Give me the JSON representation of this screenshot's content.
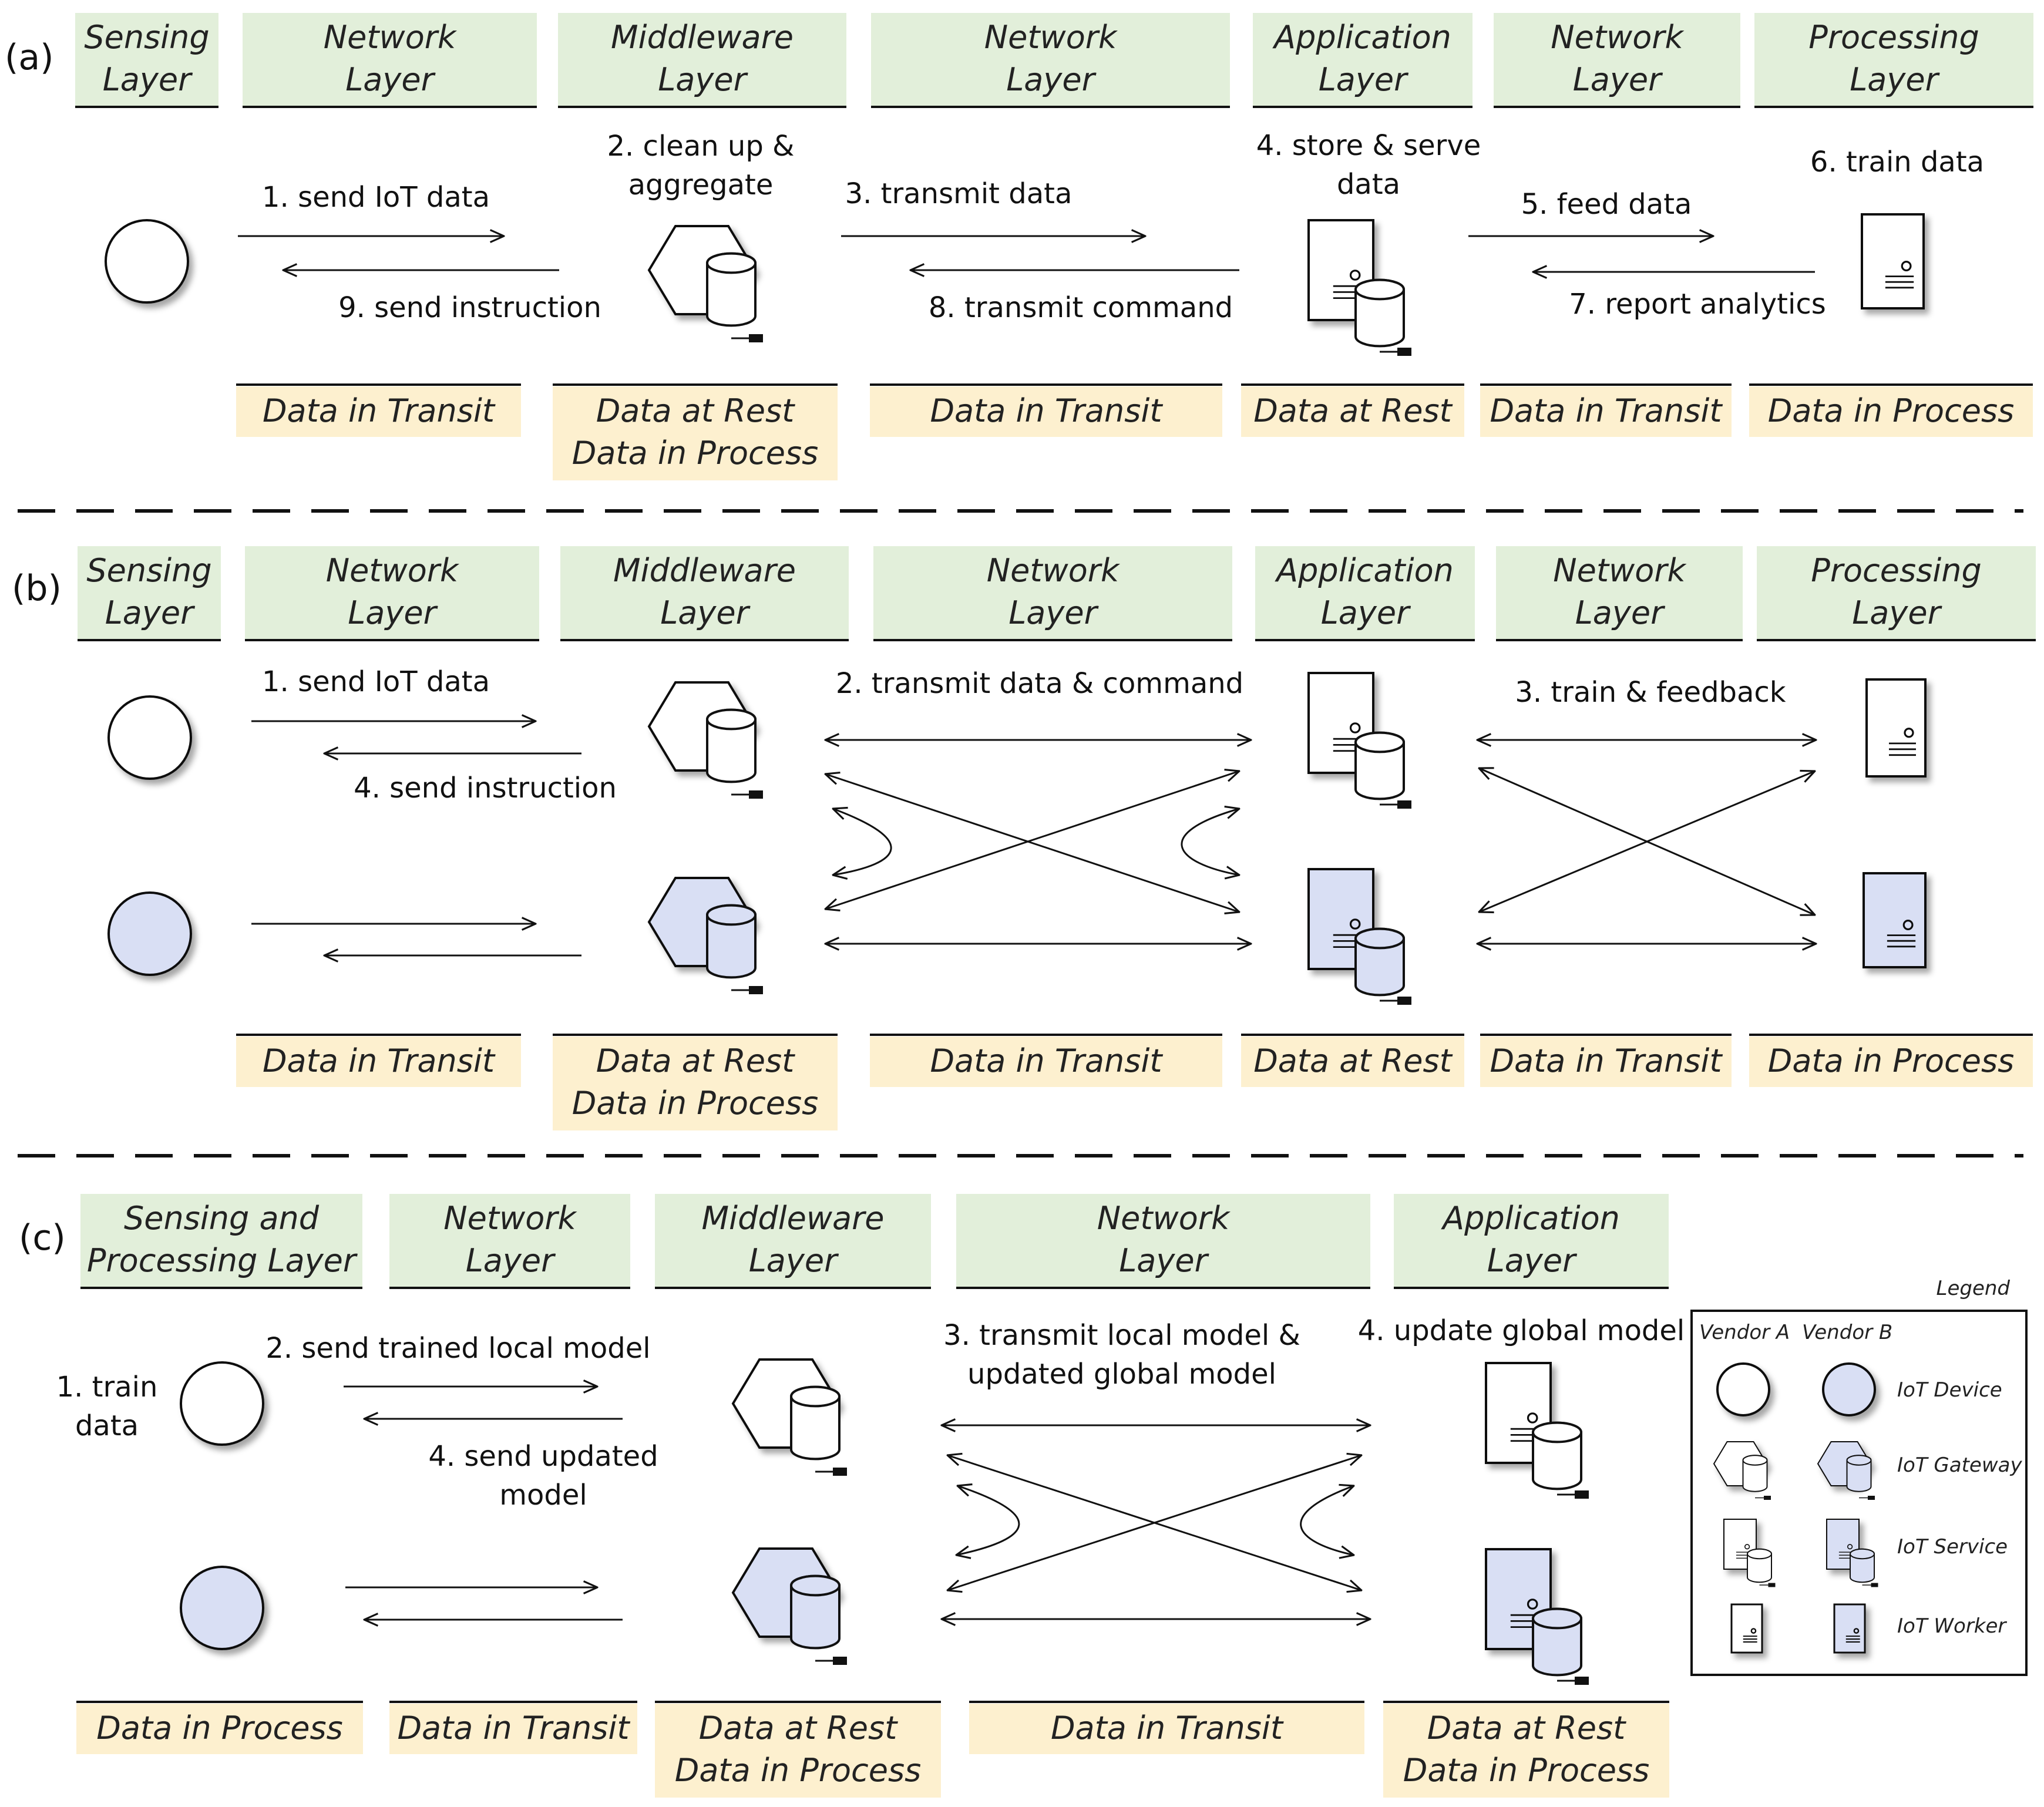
{
  "colors": {
    "layer_fill": "#e2efda",
    "state_fill": "#fdf0cf",
    "vendor_a_fill": "#ffffff",
    "vendor_b_fill": "#d9dff4",
    "stroke": "#111111"
  },
  "panels": [
    {
      "label": "(a)",
      "layers": [
        [
          "Sensing",
          "Layer"
        ],
        [
          "Network",
          "Layer"
        ],
        [
          "Middleware",
          "Layer"
        ],
        [
          "Network",
          "Layer"
        ],
        [
          "Application",
          "Layer"
        ],
        [
          "Network",
          "Layer"
        ],
        [
          "Processing",
          "Layer"
        ]
      ],
      "states": [
        [
          "Data in Transit"
        ],
        [
          "Data at Rest",
          "Data in Process"
        ],
        [
          "Data in Transit"
        ],
        [
          "Data at Rest"
        ],
        [
          "Data in Transit"
        ],
        [
          "Data in Process"
        ]
      ],
      "steps": {
        "s1": "1. send IoT data",
        "s2": [
          "2. clean up &",
          "aggregate"
        ],
        "s3": "3. transmit data",
        "s4": [
          "4. store & serve",
          "data"
        ],
        "s5": "5. feed data",
        "s6": "6. train data",
        "s7": "7. report analytics",
        "s8": "8. transmit command",
        "s9": "9. send instruction"
      }
    },
    {
      "label": "(b)",
      "layers": [
        [
          "Sensing",
          "Layer"
        ],
        [
          "Network",
          "Layer"
        ],
        [
          "Middleware",
          "Layer"
        ],
        [
          "Network",
          "Layer"
        ],
        [
          "Application",
          "Layer"
        ],
        [
          "Network",
          "Layer"
        ],
        [
          "Processing",
          "Layer"
        ]
      ],
      "states": [
        [
          "Data in Transit"
        ],
        [
          "Data at Rest",
          "Data in Process"
        ],
        [
          "Data in Transit"
        ],
        [
          "Data at Rest"
        ],
        [
          "Data in Transit"
        ],
        [
          "Data in Process"
        ]
      ],
      "steps": {
        "s1": "1. send IoT data",
        "s2": "2. transmit data & command",
        "s3": "3. train & feedback",
        "s4": "4. send instruction"
      }
    },
    {
      "label": "(c)",
      "layers": [
        [
          "Sensing and",
          "Processing Layer"
        ],
        [
          "Network",
          "Layer"
        ],
        [
          "Middleware",
          "Layer"
        ],
        [
          "Network",
          "Layer"
        ],
        [
          "Application",
          "Layer"
        ]
      ],
      "states": [
        [
          "Data in Process"
        ],
        [
          "Data in Transit"
        ],
        [
          "Data at Rest",
          "Data in Process"
        ],
        [
          "Data in Transit"
        ],
        [
          "Data at Rest",
          "Data in Process"
        ]
      ],
      "steps": {
        "s1": [
          "1. train",
          "data"
        ],
        "s2": "2. send trained local model",
        "s3": [
          "3. transmit local model &",
          "updated global model"
        ],
        "s4a": "4. update global model",
        "s4b": [
          "4. send updated",
          "model"
        ]
      }
    }
  ],
  "legend": {
    "title": "Legend",
    "vendor_a": "Vendor A",
    "vendor_b": "Vendor B",
    "items": [
      "IoT Device",
      "IoT Gateway",
      "IoT Service",
      "IoT Worker"
    ]
  }
}
